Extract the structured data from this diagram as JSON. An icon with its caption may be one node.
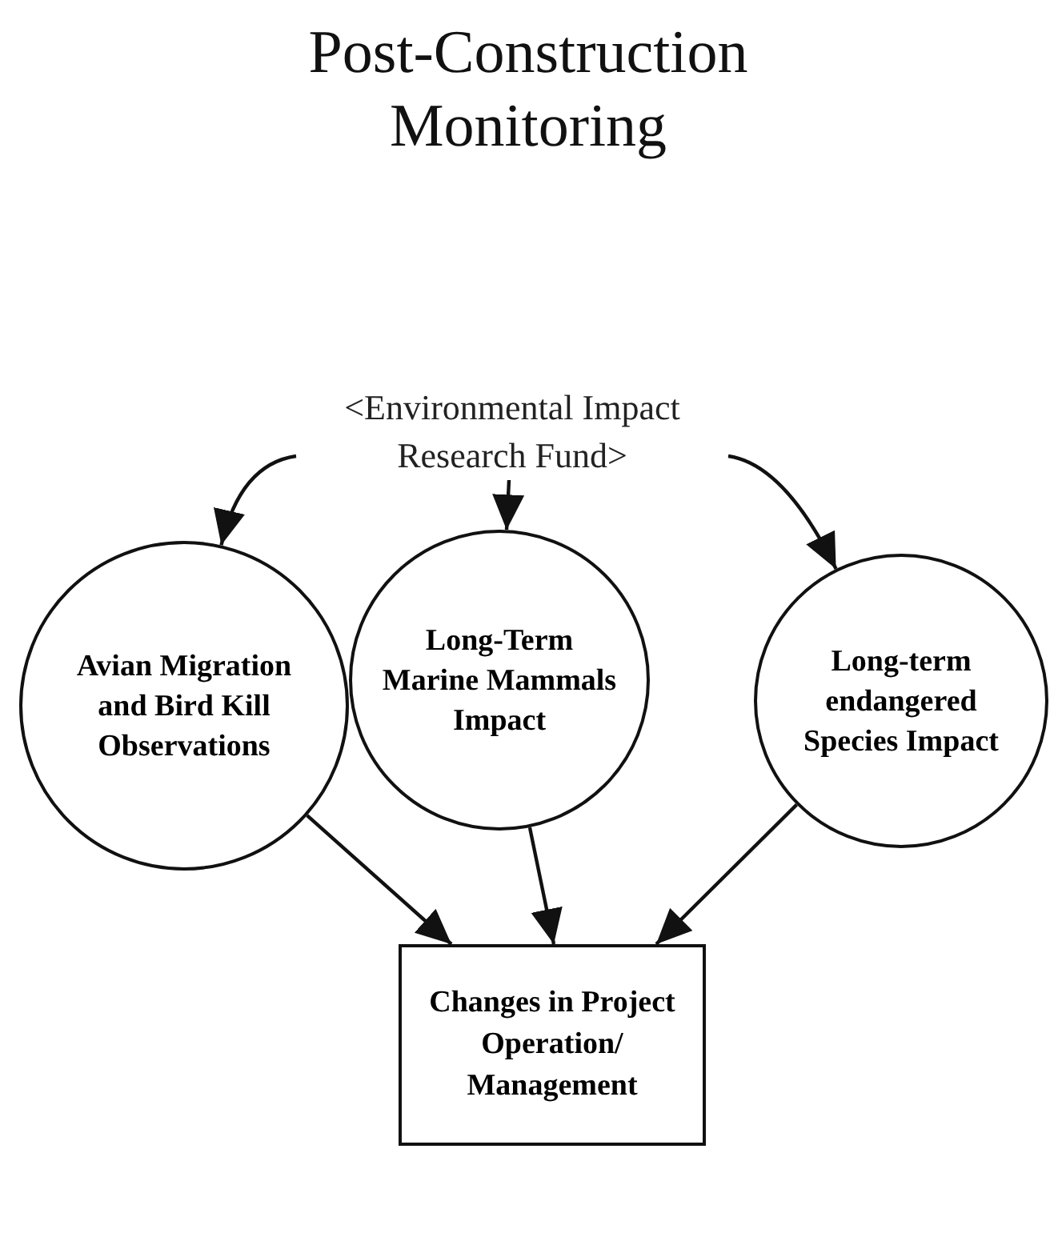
{
  "diagram": {
    "title": "Post-Construction Monitoring",
    "nodes": [
      {
        "text": [
          "<Environmental Impact Research Fund>"
        ]
      },
      {
        "text": [
          "Avian Migration and Bird Kill Observations"
        ]
      },
      {
        "text": [
          "Long-Term Marine Mammals Impact"
        ]
      },
      {
        "text": [
          "Long-term endangered Species Impact"
        ]
      },
      {
        "text": [
          "Changes in Project Operation/ Management"
        ]
      }
    ],
    "edges": [
      {
        "from": 0,
        "to": 1,
        "arrow": "to"
      },
      {
        "from": 0,
        "to": 2,
        "arrow": "to"
      },
      {
        "from": 0,
        "to": 3,
        "arrow": "to"
      },
      {
        "from": 1,
        "to": 4,
        "arrow": "to"
      },
      {
        "from": 2,
        "to": 4,
        "arrow": "to"
      },
      {
        "from": 3,
        "to": 4,
        "arrow": "to"
      }
    ]
  }
}
